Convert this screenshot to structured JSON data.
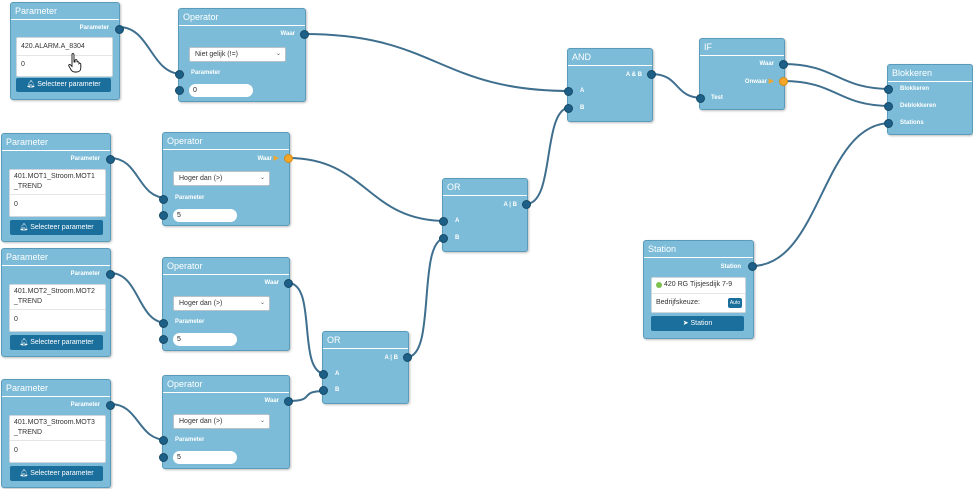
{
  "param_nodes": [
    {
      "title": "Parameter",
      "out_label": "Parameter",
      "line1": "420.ALARM.A_8304",
      "line2": "",
      "value": "0",
      "button": "Selecteer parameter"
    },
    {
      "title": "Parameter",
      "out_label": "Parameter",
      "line1": "401.MOT1_Stroom.MOT1",
      "line2": "_TREND",
      "value": "0",
      "button": "Selecteer parameter"
    },
    {
      "title": "Parameter",
      "out_label": "Parameter",
      "line1": "401.MOT2_Stroom.MOT2",
      "line2": "_TREND",
      "value": "0",
      "button": "Selecteer parameter"
    },
    {
      "title": "Parameter",
      "out_label": "Parameter",
      "line1": "401.MOT3_Stroom.MOT3",
      "line2": "_TREND",
      "value": "0",
      "button": "Selecteer parameter"
    }
  ],
  "operator_nodes": [
    {
      "title": "Operator",
      "out_label": "Waar",
      "select": "Niet gelijk (!=)",
      "in_label": "Parameter",
      "value": "0"
    },
    {
      "title": "Operator",
      "out_label": "Waar",
      "select": "Hoger dan (>)",
      "in_label": "Parameter",
      "value": "5"
    },
    {
      "title": "Operator",
      "out_label": "Waar",
      "select": "Hoger dan (>)",
      "in_label": "Parameter",
      "value": "5"
    },
    {
      "title": "Operator",
      "out_label": "Waar",
      "select": "Hoger dan (>)",
      "in_label": "Parameter",
      "value": "5"
    }
  ],
  "or_nodes": [
    {
      "title": "OR",
      "out_label": "A | B",
      "in_a": "A",
      "in_b": "B"
    },
    {
      "title": "OR",
      "out_label": "A | B",
      "in_a": "A",
      "in_b": "B"
    }
  ],
  "and_node": {
    "title": "AND",
    "out_label": "A & B",
    "in_a": "A",
    "in_b": "B"
  },
  "if_node": {
    "title": "IF",
    "out_true": "Waar",
    "out_false": "Onwaar",
    "in_label": "Test"
  },
  "blokkeren_node": {
    "title": "Blokkeren",
    "in1": "Blokkeren",
    "in2": "Deblokkeren",
    "in3": "Stations"
  },
  "station_node": {
    "title": "Station",
    "out_label": "Station",
    "station_name": "420 RG Tijsjesdijk 7-9",
    "bedrijf_label": "Bedrijfskeuze:",
    "auto_label": "Auto",
    "button": "Station"
  },
  "colors": {
    "node_bg": "#7cbcd8",
    "port": "#1d5f86",
    "port_active": "#f2a72b",
    "button": "#1b6f9c",
    "wire": "#3f6f8e"
  },
  "icons": {
    "bell": "bell-icon",
    "cursor": "hand-pointer-icon",
    "station": "pointer-arrow-icon"
  }
}
